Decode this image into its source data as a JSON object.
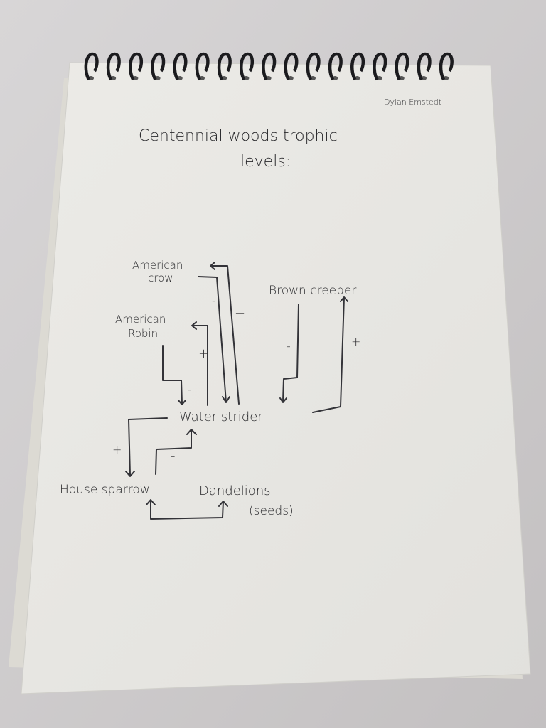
{
  "author": "Dylan Emstedt",
  "title_line1": "Centennial woods trophic",
  "title_line2": "levels:",
  "nodes": {
    "crow_1": "American",
    "crow_2": "crow",
    "robin_1": "American",
    "robin_2": "Robin",
    "creeper": "Brown creeper",
    "strider": "Water strider",
    "sparrow": "House sparrow",
    "dandelions_1": "Dandelions",
    "dandelions_2": "(seeds)"
  },
  "signs": {
    "crow_to_strider": "-",
    "strider_to_crow": "+",
    "crow_faint": "-",
    "robin_to_strider": "-",
    "strider_to_robin": "+",
    "creeper_to_strider": "-",
    "strider_to_creeper": "+",
    "strider_to_sparrow": "+",
    "sparrow_to_strider": "-",
    "sparrow_dandelion": "+"
  }
}
